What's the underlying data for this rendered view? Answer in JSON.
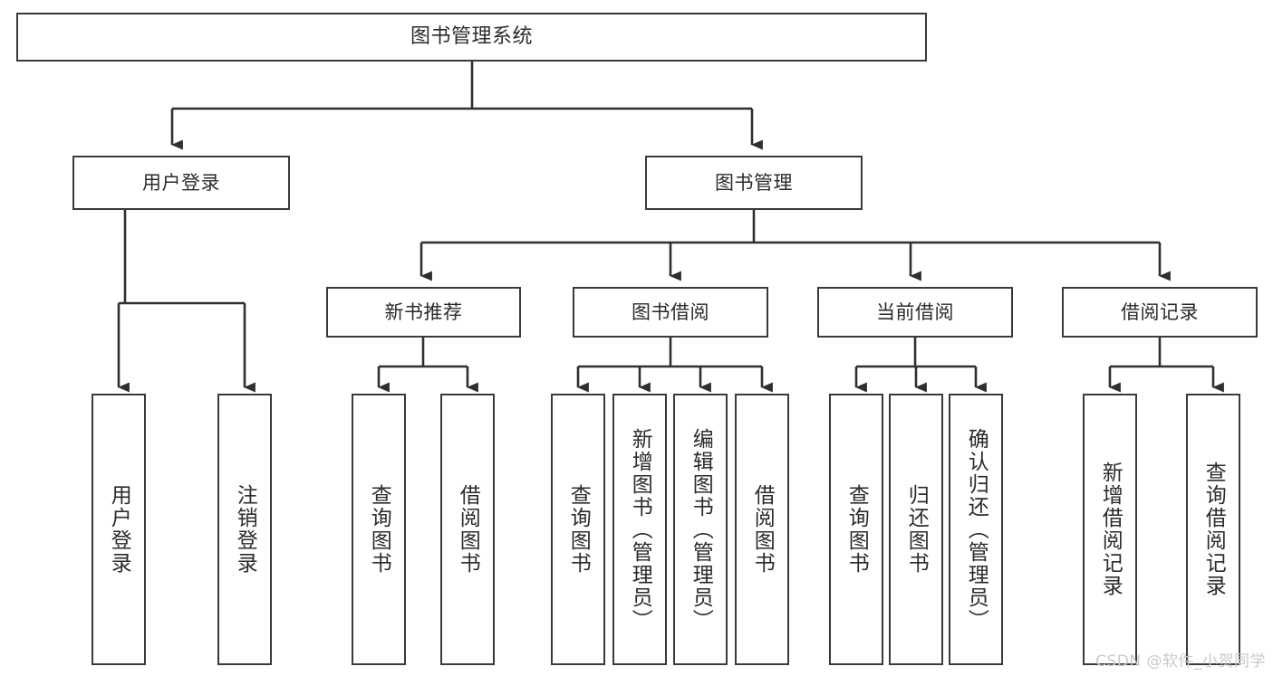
{
  "diagram": {
    "title": "图书管理系统",
    "type": "tree-hierarchy-diagram",
    "colors": {
      "background": "#ffffff",
      "box_border": "#3a3a3a",
      "box_fill": "#ffffff",
      "text": "#2b2b2b",
      "connector": "#2f2f2f",
      "watermark": "#c9c9c9"
    },
    "levels": {
      "level1": [
        {
          "id": "root",
          "label": "图书管理系统"
        }
      ],
      "level2": [
        {
          "id": "user-login",
          "label": "用户登录"
        },
        {
          "id": "book-manage",
          "label": "图书管理"
        }
      ],
      "level3": [
        {
          "id": "new-book-rec",
          "label": "新书推荐"
        },
        {
          "id": "book-borrow",
          "label": "图书借阅"
        },
        {
          "id": "current-borrow",
          "label": "当前借阅"
        },
        {
          "id": "borrow-record",
          "label": "借阅记录"
        }
      ],
      "level4": [
        {
          "id": "leaf-user-login",
          "label": "用户登录",
          "parent": "user-login"
        },
        {
          "id": "leaf-user-logout",
          "label": "注销登录",
          "parent": "user-login"
        },
        {
          "id": "leaf-query-book-1",
          "label": "查询图书",
          "parent": "new-book-rec"
        },
        {
          "id": "leaf-borrow-book-1",
          "label": "借阅图书",
          "parent": "new-book-rec"
        },
        {
          "id": "leaf-query-book-2",
          "label": "查询图书",
          "parent": "book-borrow"
        },
        {
          "id": "leaf-add-book",
          "label": "新增图书（管理员）",
          "parent": "book-borrow"
        },
        {
          "id": "leaf-edit-book",
          "label": "编辑图书（管理员）",
          "parent": "book-borrow"
        },
        {
          "id": "leaf-borrow-book-2",
          "label": "借阅图书",
          "parent": "book-borrow"
        },
        {
          "id": "leaf-query-book-3",
          "label": "查询图书",
          "parent": "current-borrow"
        },
        {
          "id": "leaf-return-book",
          "label": "归还图书",
          "parent": "current-borrow"
        },
        {
          "id": "leaf-confirm-return",
          "label": "确认归还（管理员）",
          "parent": "current-borrow"
        },
        {
          "id": "leaf-add-record",
          "label": "新增借阅记录",
          "parent": "borrow-record"
        },
        {
          "id": "leaf-query-record",
          "label": "查询借阅记录",
          "parent": "borrow-record"
        }
      ]
    }
  },
  "watermark": {
    "text": "CSDN @软件_小贺同学"
  }
}
